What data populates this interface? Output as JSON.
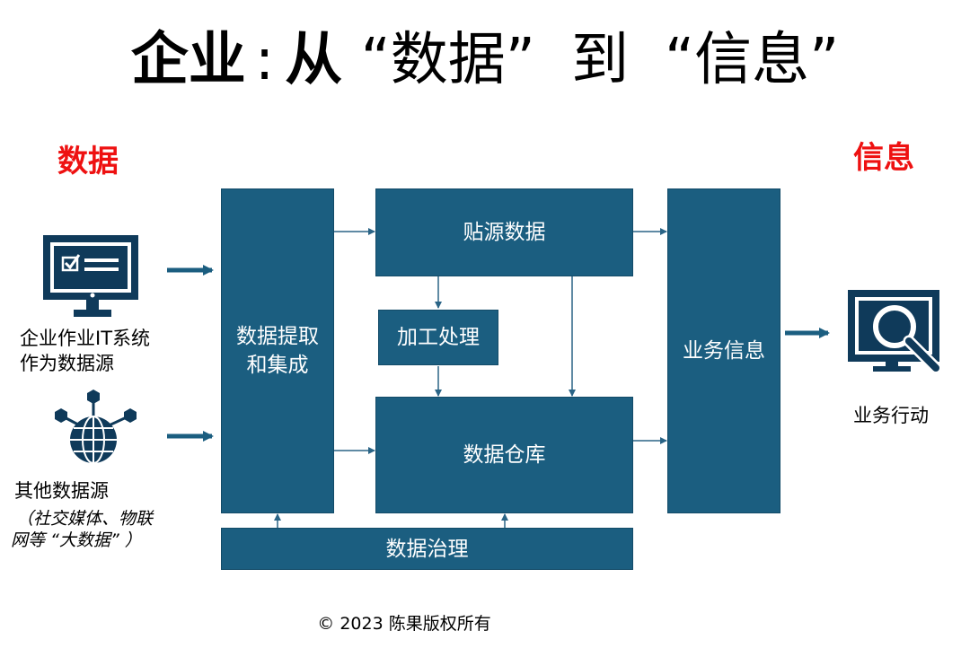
{
  "title": {
    "main": "企业",
    "separator": ":",
    "from_word": "从",
    "data_quote": "“数据”",
    "to_word": "到",
    "info_quote": "“信息”"
  },
  "side_labels": {
    "data": "数据",
    "info": "信息"
  },
  "sources": {
    "enterprise_line1": "企业作业IT系统",
    "enterprise_line2": "作为数据源",
    "other_title": "其他数据源",
    "other_sub_line1": "（社交媒体、物联",
    "other_sub_line2": "网等 “大数据” ）"
  },
  "boxes": {
    "extract_line1": "数据提取",
    "extract_line2": "和集成",
    "master_data": "贴源数据",
    "processing": "加工处理",
    "warehouse": "数据仓库",
    "governance": "数据治理",
    "business_info": "业务信息"
  },
  "action_label": "业务行动",
  "copyright": "© 2023 陈果版权所有",
  "colors": {
    "box_fill": "#1b5e80",
    "box_text": "#ffffff",
    "accent_red": "#ee1111",
    "icon_navy": "#0f3a5a"
  },
  "icons": [
    "monitor-checklist-icon",
    "network-globe-icon",
    "monitor-search-icon"
  ]
}
